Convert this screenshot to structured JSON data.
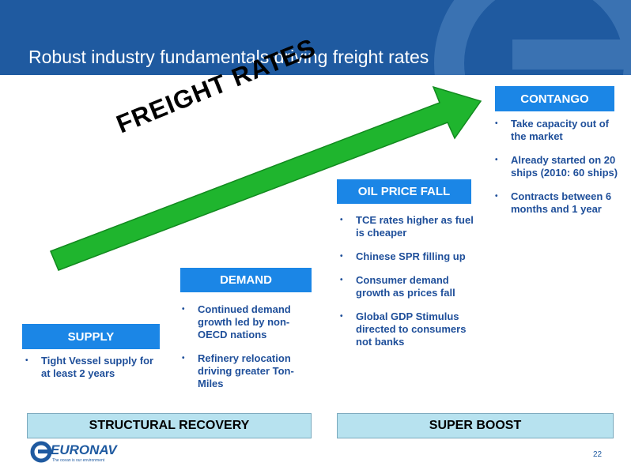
{
  "slide": {
    "title": "Robust industry fundamentals driving freight rates",
    "arrow_label": "FREIGHT RATES",
    "page_number": "22"
  },
  "columns": [
    {
      "heading": "SUPPLY",
      "bullets": [
        "Tight Vessel supply for at least 2 years"
      ]
    },
    {
      "heading": "DEMAND",
      "bullets": [
        "Continued demand growth led by non-OECD nations",
        "Refinery relocation driving greater Ton-Miles"
      ]
    },
    {
      "heading": "OIL PRICE FALL",
      "bullets": [
        "TCE rates  higher as fuel is cheaper",
        "Chinese SPR filling up",
        "Consumer demand growth as prices fall",
        "Global GDP Stimulus directed to consumers not banks"
      ]
    },
    {
      "heading": "CONTANGO",
      "bullets": [
        "Take capacity out of the market",
        "Already started on 20 ships (2010: 60 ships)",
        "Contracts between 6 months and 1 year"
      ]
    }
  ],
  "phases": {
    "left": "STRUCTURAL RECOVERY",
    "right": "SUPER BOOST"
  },
  "logo": {
    "name": "EURONAV",
    "tagline": "The ocean is our environment"
  },
  "colors": {
    "header_blue": "#1f5aa0",
    "box_blue": "#1b86e6",
    "arrow_green": "#1fb52e",
    "bar_fill": "#b7e2ef",
    "bullet_text": "#1f4f9a"
  }
}
